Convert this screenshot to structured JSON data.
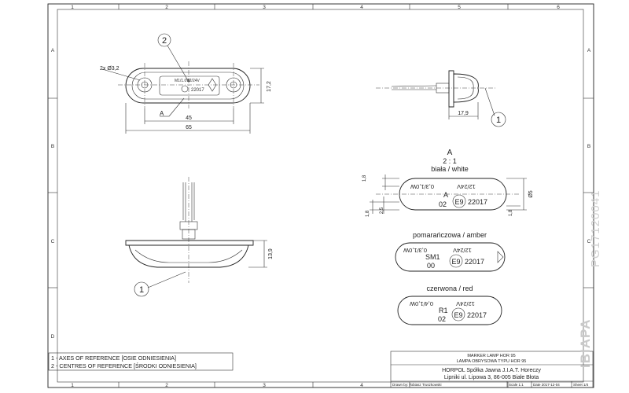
{
  "grid": {
    "columns": [
      "1",
      "2",
      "3",
      "4",
      "5",
      "6"
    ],
    "rows": [
      "A",
      "B",
      "C",
      "D"
    ]
  },
  "view_top": {
    "callout": "2",
    "hole_dim": "2x  Ø3,2",
    "height_dim": "17,2",
    "inner_dim": "45",
    "outer_dim": "65",
    "section_ref": "A",
    "housing_text": "12/24V",
    "housing_code": "22017",
    "housing_small": "M1/1.0W"
  },
  "view_side": {
    "callout": "1",
    "width_dim": "17,9"
  },
  "view_front": {
    "callout": "1",
    "height_dim": "13,9"
  },
  "detail": {
    "title": "A",
    "scale": "2 : 1",
    "variant_white": "biała / white",
    "dims": {
      "d1": "1,8",
      "d2": "1,8",
      "d3": "2,5",
      "d4": "1,8",
      "dia": "Ø5"
    },
    "white": {
      "power_flipped": "0,3/1,0W",
      "voltage_flipped": "12/24V",
      "code_a": "A",
      "code_b": "02",
      "mark": "E9",
      "approval": "22017"
    },
    "variant_amber": "pomarańczowa / amber",
    "amber": {
      "power_flipped": "0,3/1,0W",
      "voltage_flipped": "12/24V",
      "code_a": "SM1",
      "code_b": "00",
      "mark": "E9",
      "approval": "22017"
    },
    "variant_red": "czerwona / red",
    "red": {
      "power_flipped": "0,4/1,0W",
      "voltage_flipped": "12/24V",
      "code_a": "R1",
      "code_b": "02",
      "mark": "E9",
      "approval": "22017"
    }
  },
  "legend": {
    "line1": "1 - AXES OF REFERENCE [OSIE ODNIESIENIA]",
    "line2": "2 - CENTRES OF REFERENCE [ŚRODKI ODNIESIENIA]"
  },
  "title_block": {
    "title_en": "MARKER LAMP HOR 95",
    "title_pl": "LAMPA OBRYSOWA TYPU HOR 95",
    "company": "HORPOL Spółka Jawna   J.I.A.T. Horeczy",
    "address": "Lipniki ul. Lipowa 3, 86-005 Białe Błota",
    "drawn_by": "Drawn by:  Tobiasz Truszkowski",
    "scale": "Scale  1:1",
    "date": "Date  2017-12-04",
    "sheet": "Sheet  1/4"
  },
  "vertical_brand": "IBIAPA",
  "vertical_code": "PG17120041"
}
